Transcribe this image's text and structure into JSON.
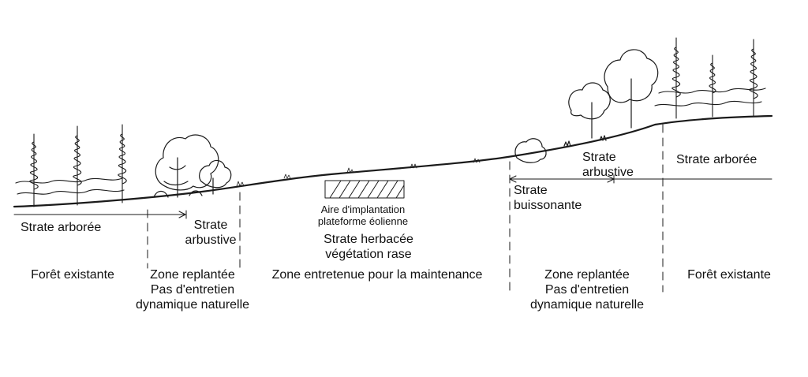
{
  "left": {
    "strate_arboree": "Strate arborée",
    "strate_arbustive": [
      "Strate",
      "arbustive"
    ],
    "foret_existante": "Forêt existante",
    "zone_replantee": [
      "Zone replantée",
      "Pas d'entretien",
      "dynamique naturelle"
    ]
  },
  "center": {
    "aire": [
      "Aire d'implantation",
      "plateforme éolienne"
    ],
    "strate_herbacee": [
      "Strate herbacée",
      "végétation rase"
    ],
    "zone_entretenue": "Zone entretenue pour la maintenance"
  },
  "right": {
    "strate_buissonante": [
      "Strate",
      "buissonante"
    ],
    "strate_arbustive": [
      "Strate",
      "arbustive"
    ],
    "strate_arboree": "Strate arborée",
    "zone_replantee": [
      "Zone replantée",
      "Pas d'entretien",
      "dynamique naturelle"
    ],
    "foret_existante": "Forêt existante"
  }
}
